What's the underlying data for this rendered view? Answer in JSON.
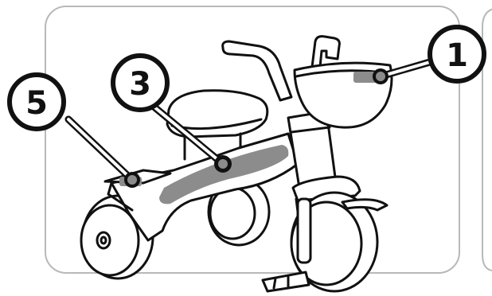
{
  "colors": {
    "line": "#111111",
    "panel_border": "#b8b8b8",
    "highlight": "#8c8c8c",
    "background": "#ffffff"
  },
  "callouts": [
    {
      "number": "1",
      "target": "basket"
    },
    {
      "number": "3",
      "target": "frame"
    },
    {
      "number": "5",
      "target": "rear-step"
    }
  ],
  "icons": [
    "tricycle-icon"
  ]
}
